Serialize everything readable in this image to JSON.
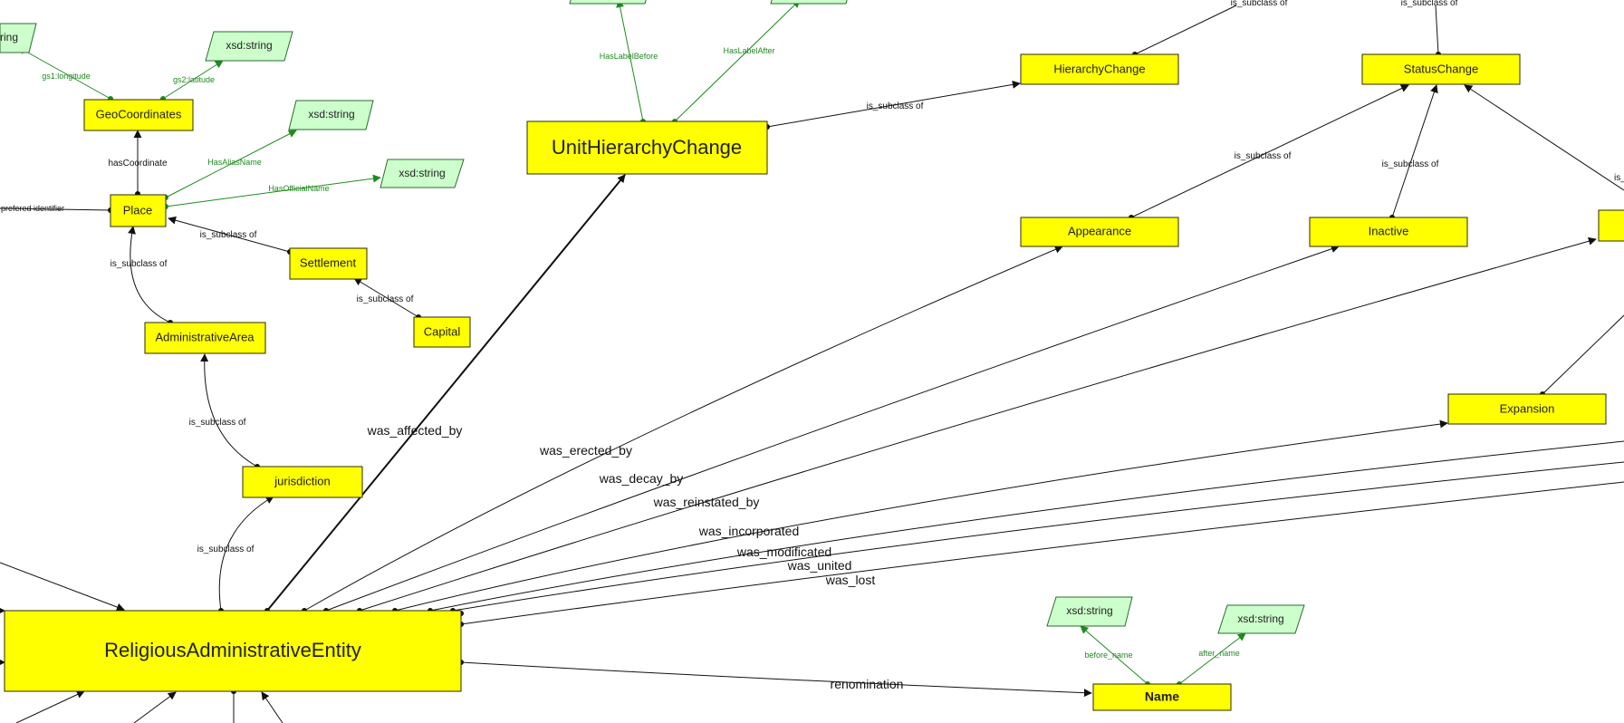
{
  "nodes": {
    "place": "Place",
    "geo_coordinates": "GeoCoordinates",
    "settlement": "Settlement",
    "capital": "Capital",
    "administrative_area": "AdministrativeArea",
    "jurisdiction": "jurisdiction",
    "religious_administrative_entity": "ReligiousAdministrativeEntity",
    "unit_hierarchy_change": "UnitHierarchyChange",
    "hierarchy_change": "HierarchyChange",
    "status_change": "StatusChange",
    "appearance": "Appearance",
    "inactive": "Inactive",
    "expansion": "Expansion",
    "name": "Name"
  },
  "literals": {
    "xsd_string": "xsd:string",
    "xsd_string_partial": "ring"
  },
  "edges": {
    "is_subclass_of": "is_subclass of",
    "has_coordinate": "hasCoordinate",
    "gs1_longitude": "gs1:longitude",
    "gs2_latitude": "gs2:latitude",
    "has_alias_name": "HasAliasName",
    "has_official_name": "HasOfficialName",
    "prefered_identifier": "prefered identifier",
    "has_label_before": "HasLabelBefore",
    "has_label_after": "HasLabelAfter",
    "was_affected_by": "was_affected_by",
    "was_erected_by": "was_erected_by",
    "was_decay_by": "was_decay_by",
    "was_reinstated_by": "was_reinstated_by",
    "was_incorporated": "was_incorporated",
    "was_modificated": "was_modificated",
    "was_united": "was_united",
    "was_lost": "was_lost",
    "renomination": "renomination",
    "before_name": "before_name",
    "after_name": "after_name"
  },
  "colors": {
    "class_fill": "#ffff00",
    "literal_fill": "#ccffcc",
    "datatype_edge": "#1f8a1f",
    "object_edge": "#111111"
  }
}
